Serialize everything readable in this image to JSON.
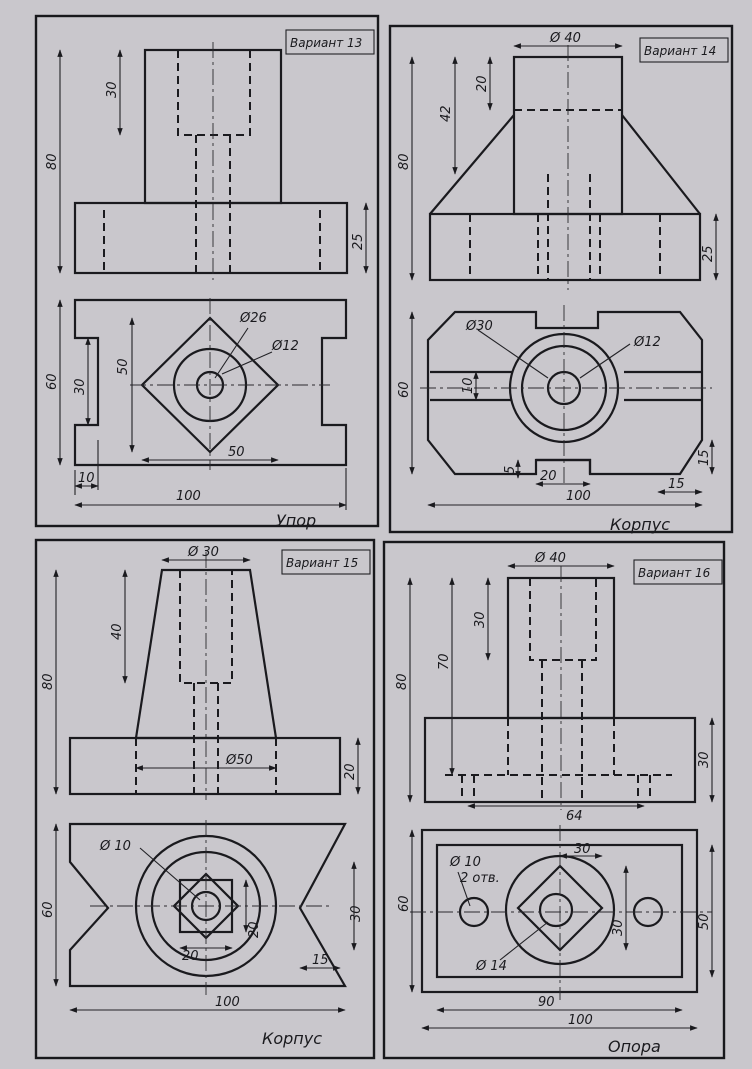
{
  "variants": [
    {
      "label": "Вариант 13",
      "title": "Упор",
      "dims": [
        "30",
        "80",
        "25",
        "Ø26",
        "Ø12",
        "50",
        "60",
        "30",
        "50",
        "10",
        "100"
      ]
    },
    {
      "label": "Вариант 14",
      "title": "Корпус",
      "dims": [
        "Ø 40",
        "20",
        "42",
        "80",
        "25",
        "Ø30",
        "Ø12",
        "60",
        "10",
        "5",
        "20",
        "15",
        "100",
        "15"
      ]
    },
    {
      "label": "Вариант 15",
      "title": "Корпус",
      "dims": [
        "Ø 30",
        "40",
        "80",
        "Ø50",
        "20",
        "Ø 10",
        "60",
        "20",
        "20",
        "30",
        "15",
        "100"
      ]
    },
    {
      "label": "Вариант 16",
      "title": "Опора",
      "dims": [
        "Ø 40",
        "30",
        "70",
        "80",
        "30",
        "64",
        "Ø 10",
        "2 отв.",
        "30",
        "60",
        "30",
        "50",
        "Ø 14",
        "90",
        "100"
      ]
    }
  ]
}
